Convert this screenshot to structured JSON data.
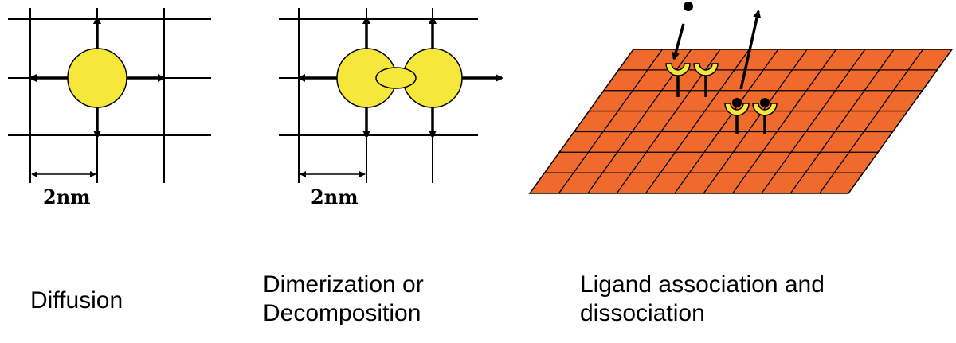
{
  "panels": [
    {
      "id": "diffusion",
      "scale_label": "2nm",
      "caption_lines": [
        "Diffusion"
      ]
    },
    {
      "id": "dimerization",
      "scale_label": "2nm",
      "caption_lines": [
        "Dimerization or",
        "Decomposition"
      ]
    },
    {
      "id": "ligand",
      "caption_lines": [
        "Ligand association and",
        "dissociation"
      ]
    }
  ],
  "colors": {
    "particle": "#f5e83a",
    "surface": "#f06a2e",
    "ligand": "#f5e83a",
    "stroke": "#000000"
  }
}
